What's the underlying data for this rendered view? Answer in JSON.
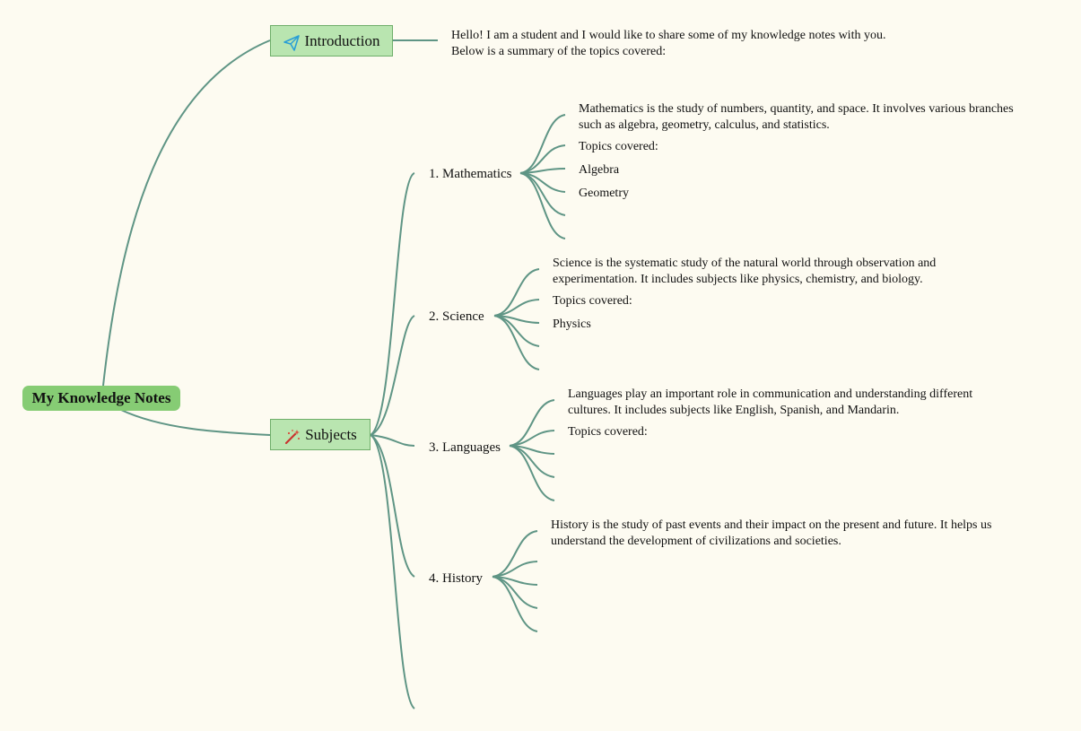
{
  "root": {
    "title": "My Knowledge Notes"
  },
  "introduction": {
    "label": "Introduction",
    "icon": "paper-plane-icon",
    "lines": [
      "Hello! I am a student and I would like to share some of my knowledge notes with you.",
      "Below is a summary of the topics covered:"
    ]
  },
  "subjects": {
    "label": "Subjects",
    "icon": "magic-wand-icon",
    "items": [
      {
        "title": "1. Mathematics",
        "desc": [
          "Mathematics is the study of numbers, quantity, and space. It involves various branches",
          "such as algebra, geometry, calculus, and statistics."
        ],
        "topics_label": "Topics covered:",
        "topics": [
          "Algebra",
          "Geometry"
        ]
      },
      {
        "title": "2. Science",
        "desc": [
          "Science is the systematic study of the natural world through observation and",
          "experimentation. It includes subjects like physics, chemistry, and biology."
        ],
        "topics_label": "Topics covered:",
        "topics": [
          "Physics"
        ]
      },
      {
        "title": "3. Languages",
        "desc": [
          "Languages play an important role in communication and understanding different",
          "cultures. It includes subjects like English, Spanish, and Mandarin."
        ],
        "topics_label": "Topics covered:",
        "topics": []
      },
      {
        "title": "4. History",
        "desc": [
          "History is the study of past events and their impact on the present and future. It helps us",
          "understand the development of civilizations and societies."
        ],
        "topics_label": "",
        "topics": []
      }
    ]
  },
  "colors": {
    "background": "#fdfbf1",
    "root_fill": "#86cc74",
    "topic_fill": "#b9e5b0",
    "edge": "#5f9585"
  }
}
